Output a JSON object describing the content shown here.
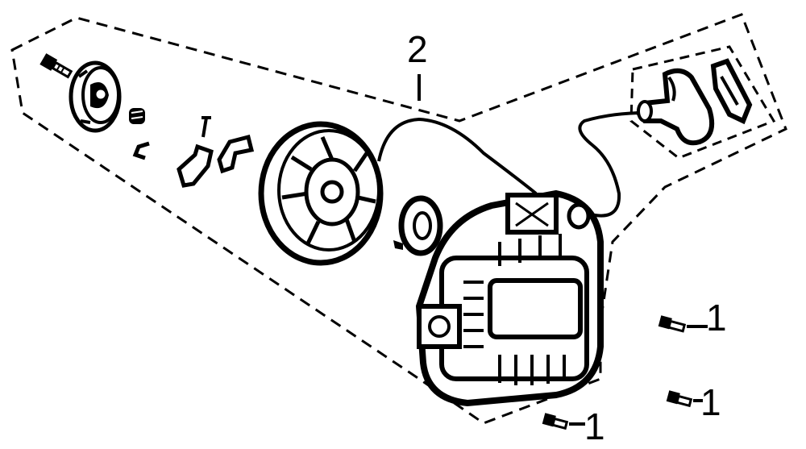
{
  "callouts": {
    "assembly": "2",
    "bolt_right_upper": "1",
    "bolt_right_lower": "1",
    "bolt_bottom": "1"
  },
  "colors": {
    "ink": "#000000",
    "paper": "#ffffff"
  },
  "parts": [
    "bolt-icon",
    "pawl-cam-plate-icon",
    "spring-icon",
    "clip-icon",
    "pawl-pin-icon",
    "pawl-left-icon",
    "pawl-right-icon",
    "rope-pulley-icon",
    "recoil-spring-icon",
    "starter-housing-icon",
    "starter-handle-icon",
    "handle-insert-icon",
    "starter-rope-icon"
  ]
}
